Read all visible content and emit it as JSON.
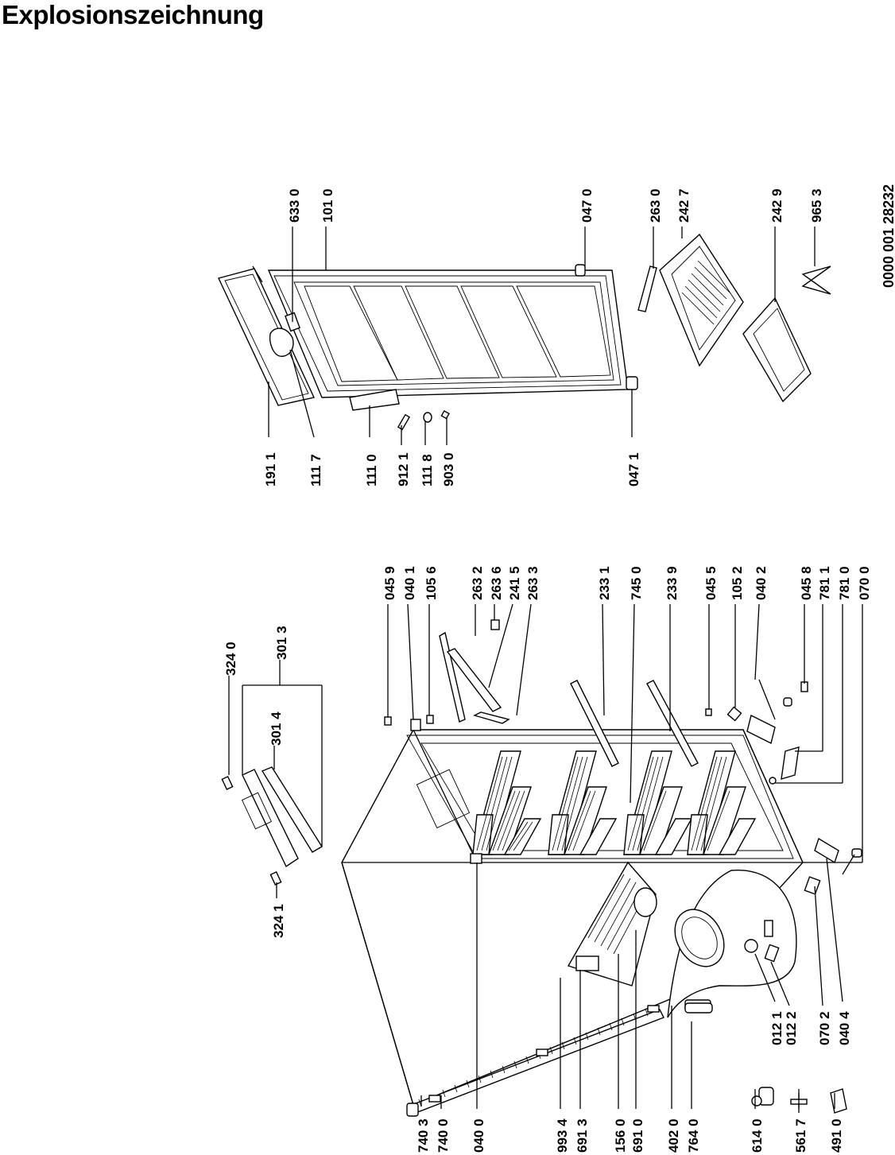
{
  "title": "Explosionszeichnung",
  "document_code": "0000 001 28232",
  "labels": [
    {
      "id": "p7403",
      "text": "740 3"
    },
    {
      "id": "p7400",
      "text": "740 0"
    },
    {
      "id": "p0400",
      "text": "040 0"
    },
    {
      "id": "p9934",
      "text": "993 4"
    },
    {
      "id": "p6913",
      "text": "691 3"
    },
    {
      "id": "p1560",
      "text": "156 0"
    },
    {
      "id": "p6910",
      "text": "691 0"
    },
    {
      "id": "p4020",
      "text": "402 0"
    },
    {
      "id": "p7640",
      "text": "764 0"
    },
    {
      "id": "p6140",
      "text": "614 0"
    },
    {
      "id": "p5617",
      "text": "561 7"
    },
    {
      "id": "p4910",
      "text": "491 0"
    },
    {
      "id": "p0121",
      "text": "012 1"
    },
    {
      "id": "p0122",
      "text": "012 2"
    },
    {
      "id": "p0702",
      "text": "070 2"
    },
    {
      "id": "p0404",
      "text": "040 4"
    },
    {
      "id": "p3241",
      "text": "324 1"
    },
    {
      "id": "p3014",
      "text": "301 4"
    },
    {
      "id": "p3013",
      "text": "301 3"
    },
    {
      "id": "p3240",
      "text": "324 0"
    },
    {
      "id": "p0459",
      "text": "045 9"
    },
    {
      "id": "p0401",
      "text": "040 1"
    },
    {
      "id": "p1056",
      "text": "105 6"
    },
    {
      "id": "p2632",
      "text": "263 2"
    },
    {
      "id": "p2636",
      "text": "263 6"
    },
    {
      "id": "p2415",
      "text": "241 5"
    },
    {
      "id": "p2633",
      "text": "263 3"
    },
    {
      "id": "p2331",
      "text": "233 1"
    },
    {
      "id": "p7450",
      "text": "745 0"
    },
    {
      "id": "p2339",
      "text": "233 9"
    },
    {
      "id": "p0455",
      "text": "045 5"
    },
    {
      "id": "p1052",
      "text": "105 2"
    },
    {
      "id": "p0402",
      "text": "040 2"
    },
    {
      "id": "p0458",
      "text": "045 8"
    },
    {
      "id": "p7811",
      "text": "781 1"
    },
    {
      "id": "p7810",
      "text": "781 0"
    },
    {
      "id": "p0700",
      "text": "070 0"
    },
    {
      "id": "p1911",
      "text": "191 1"
    },
    {
      "id": "p1117",
      "text": "111 7"
    },
    {
      "id": "p1110",
      "text": "111 0"
    },
    {
      "id": "p9121",
      "text": "912 1"
    },
    {
      "id": "p1118",
      "text": "111 8"
    },
    {
      "id": "p9030",
      "text": "903 0"
    },
    {
      "id": "p0471",
      "text": "047 1"
    },
    {
      "id": "p6330",
      "text": "633 0"
    },
    {
      "id": "p1010",
      "text": "101 0"
    },
    {
      "id": "p0470",
      "text": "047 0"
    },
    {
      "id": "p2630",
      "text": "263 0"
    },
    {
      "id": "p2427",
      "text": "242 7"
    },
    {
      "id": "p2429",
      "text": "242 9"
    },
    {
      "id": "p9653",
      "text": "965 3"
    }
  ]
}
